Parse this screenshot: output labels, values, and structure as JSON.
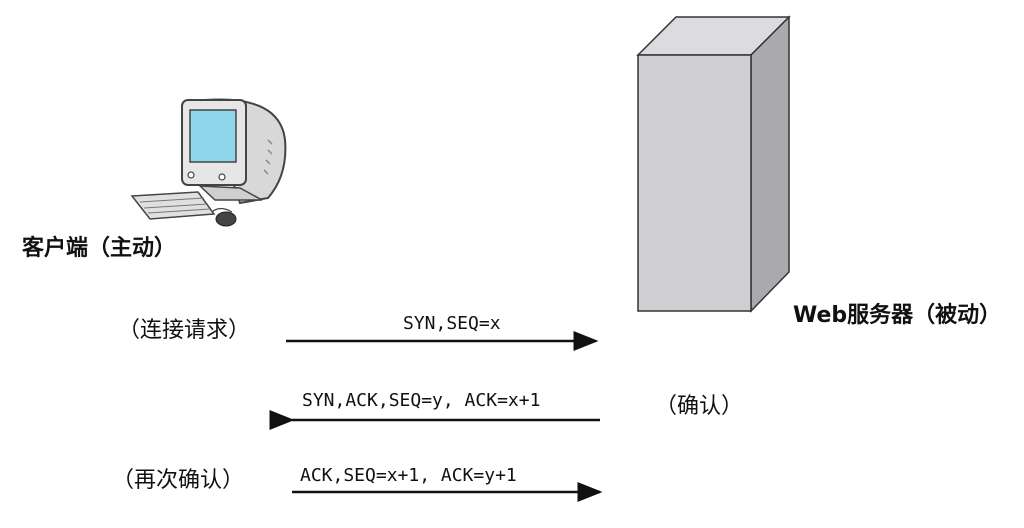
{
  "client": {
    "label": "客户端（主动）",
    "icon": "desktop-computer-icon"
  },
  "server": {
    "label": "Web服务器（被动）",
    "icon": "server-tower-icon"
  },
  "steps": [
    {
      "side_label": "（连接请求）",
      "message": "SYN,SEQ=x",
      "direction": "client-to-server"
    },
    {
      "side_label": "（确认）",
      "message": "SYN,ACK,SEQ=y, ACK=x+1",
      "direction": "server-to-client"
    },
    {
      "side_label": "（再次确认）",
      "message": "ACK,SEQ=x+1, ACK=y+1",
      "direction": "client-to-server"
    }
  ],
  "colors": {
    "server_front": "#cfcfd2",
    "server_top": "#dcdce0",
    "server_side": "#a9a9ae",
    "outline": "#333333"
  }
}
